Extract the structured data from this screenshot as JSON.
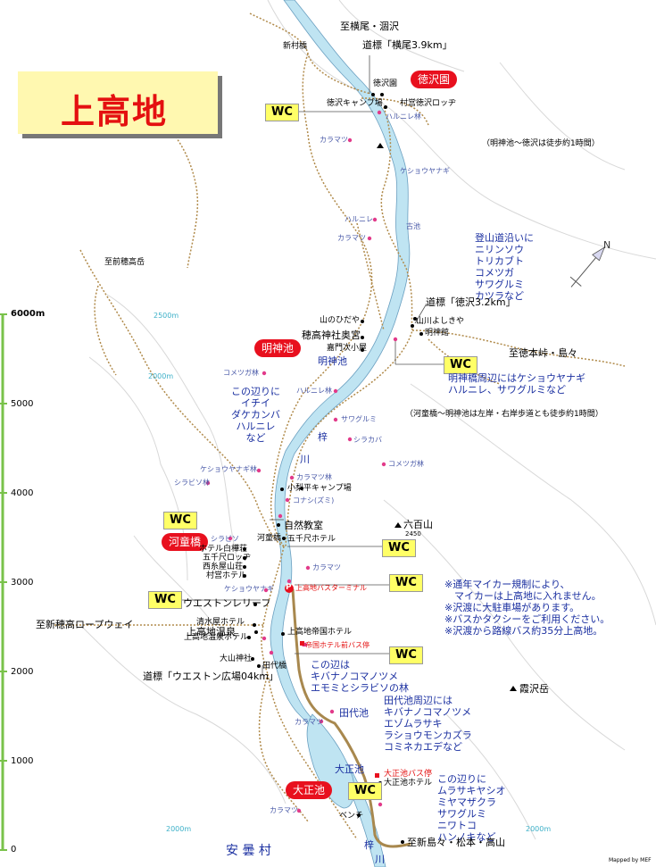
{
  "title": "上高地",
  "scale": {
    "ticks": [
      "6000m",
      "5000",
      "4000",
      "3000",
      "2000",
      "1000",
      "0"
    ]
  },
  "places": {
    "yokoo_saw": "至横尾・涸沢",
    "shinmurabashi": "新村橋",
    "sign_yokoo": "道標「横尾3.9km」",
    "tokusawaen": "徳沢園",
    "tokusawa_camp": "徳沢キャンプ場",
    "murakami_lodge": "村営徳沢ロッヂ",
    "harunire_rin": "ハルニレ林",
    "karamatsu1": "カラマツ",
    "keshou": "ケショウヤナギ",
    "myojin_time": "（明神池～徳沢は徒歩約1時間）",
    "maehotaka": "至前穂高岳",
    "harunire2": "ハルニレ",
    "kojichi": "古池",
    "karamatsu2": "カラマツ",
    "sign_tokusawa": "道標「徳沢3.2km」",
    "yamanohidaya": "山のひだや",
    "hotaka_jinja": "穂高神社奥宮",
    "kamon_jishoya": "嘉門次小屋",
    "yamayoshikiya": "山川よしきや",
    "myojinkan": "明神館",
    "tokugo": "至徳本峠・島々",
    "myojin_pill": "明神池",
    "myojin_ike": "明神池",
    "komega_rin1": "コメツガ林",
    "harunire3": "ハルニレ林",
    "sawagurumi1": "サワグルミ",
    "shirakaba": "シラカバ",
    "komega_rin2": "コメツガ林",
    "kappa_time": "（河童橋～明神池は左岸・右岸歩道とも徒歩約1時間）",
    "keshou_rin": "ケショウヤナギ林",
    "shirabiso_rin": "シラビソ林",
    "karamatsu_rin": "カラマツ林",
    "konashi_camp": "小梨平キャンプ場",
    "konashi": "コナシ(ズミ)",
    "shizen": "自然教室",
    "kappabashi": "河童橋",
    "gosenjaku_hotel": "五千尺ホテル",
    "shirabiso": "シラビソ",
    "hotel_shiraka": "ホテル白樺荘",
    "gosen_lodge": "五千尺ロッヂ",
    "nishiito": "西糸屋山荘",
    "sonei_hotel": "村営ホテル",
    "kappa_pill": "河童橋",
    "roppyaku": "六百山",
    "roppyaku_h": "2450",
    "karamatsu3": "カラマツ",
    "keshou2": "ケショウヤナギ",
    "bus_terminal": "上高地バスターミナル",
    "weston_relief": "ウエストンレリーフ",
    "ropeway": "至新穂高ロープウェイ",
    "shimizuya": "清水屋ホテル",
    "kamikochi_onsen": "上高地温泉",
    "onsen_hotel": "上高地温泉ホテル",
    "teikoku": "上高地帝国ホテル",
    "teikoku_bus": "帝国ホテル前バス停",
    "oyama": "大山神社",
    "tashirobashi": "田代橋",
    "sign_weston": "道標「ウエストン広場04km」",
    "konohen1_a": "この辺は",
    "konohen1_b": "キバナノコマノツメ",
    "konohen1_c": "エモミとシラビソの林",
    "kasumi": "霞沢岳",
    "karamatsu4": "カラマツ",
    "tashiro_ike": "田代池",
    "taisho_ike": "大正池",
    "taisho_bus": "大正池バス停",
    "taisho_hotel": "大正池ホテル",
    "taisho_pill": "大正池",
    "karamatsu5": "カラマツ",
    "bench": "ベンチ",
    "to_shimashima": "至新島々・松本・高山",
    "azumi": "安 曇 村",
    "mapped_by": "Mapped by MEF",
    "p_mark": "P"
  },
  "rivers": {
    "azusa1": "梓",
    "azusa2": "川",
    "azusa3": "梓",
    "azusa4": "川"
  },
  "contours": {
    "c2500": "2500m",
    "c2000a": "2000m",
    "c2000b": "2000m",
    "c2000c": "2000m"
  },
  "wc": "WC",
  "notes": {
    "mountain_trail": [
      "登山道沿いに",
      "ニリンソウ",
      "トリカブト",
      "コメツガ",
      "サワグルミ",
      "カツラなど"
    ],
    "myojinbashi": [
      "明神橋周辺にはケショウヤナギ",
      "ハルニレ、サワグルミなど"
    ],
    "konohen2": [
      "この辺りに",
      "イチイ",
      "ダケカンバ",
      "ハルニレ",
      "など"
    ],
    "tashiro_flora": [
      "田代池周辺には",
      "キバナノコマノツメ",
      "エゾムラサキ",
      "ラショウモンカズラ",
      "コミネカエデなど"
    ],
    "taisho_flora": [
      "この辺りに",
      "ムラサキヤシオ",
      "ミヤマザクラ",
      "サワグルミ",
      "ニワトコ",
      "ハンノキなど"
    ],
    "bus_info": [
      "※通年マイカー規制により、",
      "　マイカーは上高地に入れません。",
      "※沢渡に大駐車場があります。",
      "※バスかタクシーをご利用ください。",
      "※沢渡から路線バス約35分上高地。"
    ]
  },
  "colors": {
    "wc_bg": "#ffff66",
    "pill": "#e8101e",
    "river": "#bfe4f2",
    "trail": "#b08a4a",
    "title": "#e41010"
  }
}
